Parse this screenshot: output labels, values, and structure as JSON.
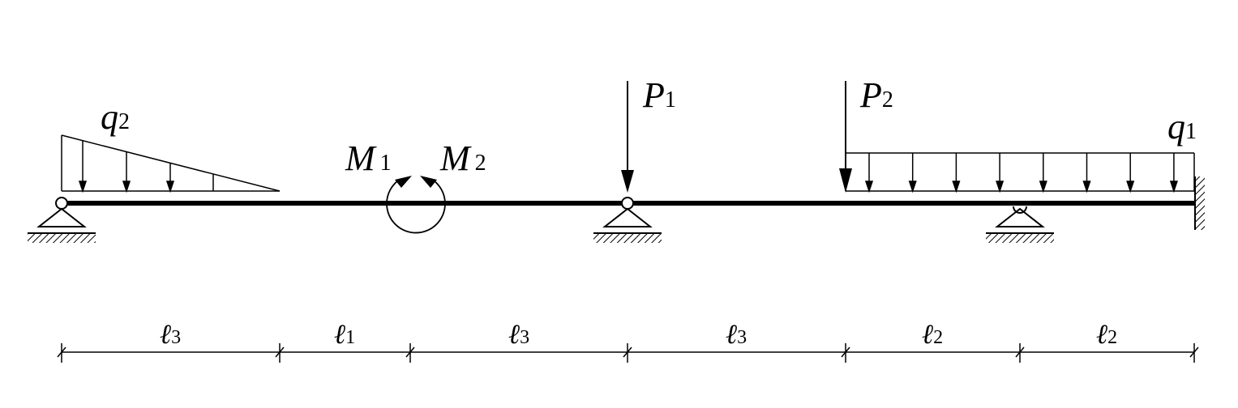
{
  "loads": {
    "q2": {
      "symbol": "q",
      "index": "2"
    },
    "q1": {
      "symbol": "q",
      "index": "1"
    },
    "P1": {
      "symbol": "P",
      "index": "1"
    },
    "P2": {
      "symbol": "P",
      "index": "2"
    },
    "M1": {
      "symbol": "M",
      "index": "1"
    },
    "M2": {
      "symbol": "M",
      "index": "2"
    }
  },
  "spans": [
    {
      "symbol": "ℓ",
      "index": "3"
    },
    {
      "symbol": "ℓ",
      "index": "1"
    },
    {
      "symbol": "ℓ",
      "index": "3"
    },
    {
      "symbol": "ℓ",
      "index": "3"
    },
    {
      "symbol": "ℓ",
      "index": "2"
    },
    {
      "symbol": "ℓ",
      "index": "2"
    }
  ]
}
